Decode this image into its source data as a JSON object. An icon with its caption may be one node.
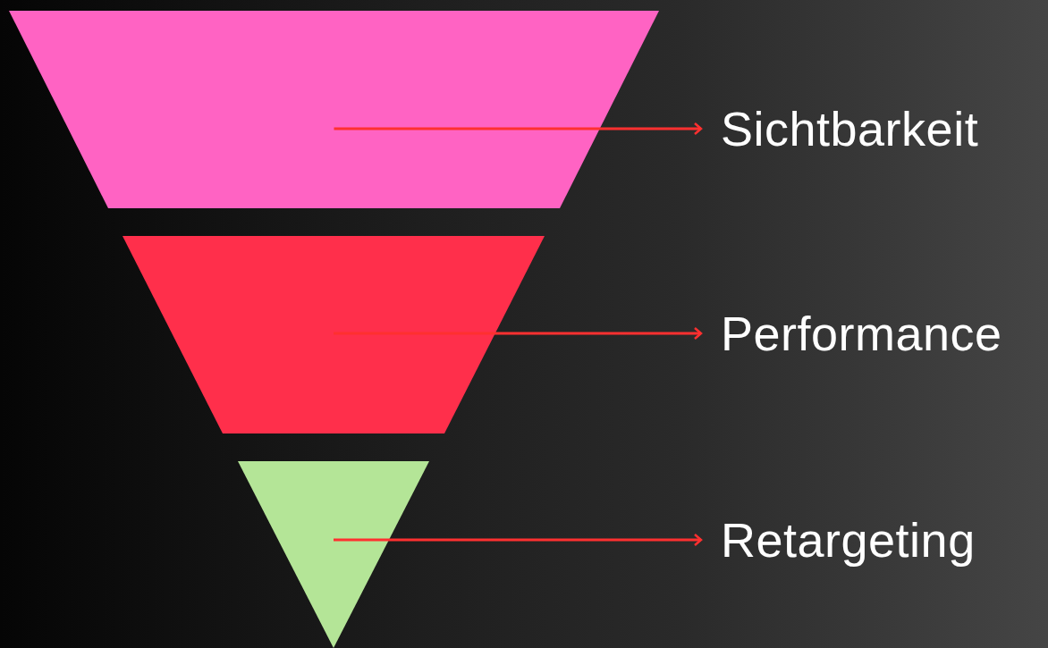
{
  "diagram": {
    "nodes": [
      {
        "text": [],
        "shape": "trapezoid"
      },
      {
        "text": [
          "Sichtbarkeit"
        ]
      },
      {
        "text": [],
        "shape": "trapezoid"
      },
      {
        "text": [
          "Performance"
        ]
      },
      {
        "text": [],
        "shape": "triangle"
      },
      {
        "text": [
          "Retargeting"
        ]
      }
    ],
    "edges": [
      {
        "from": 0,
        "to": 1,
        "arrow": "to"
      },
      {
        "from": 2,
        "to": 3,
        "arrow": "to"
      },
      {
        "from": 4,
        "to": 5,
        "arrow": "to"
      }
    ]
  }
}
